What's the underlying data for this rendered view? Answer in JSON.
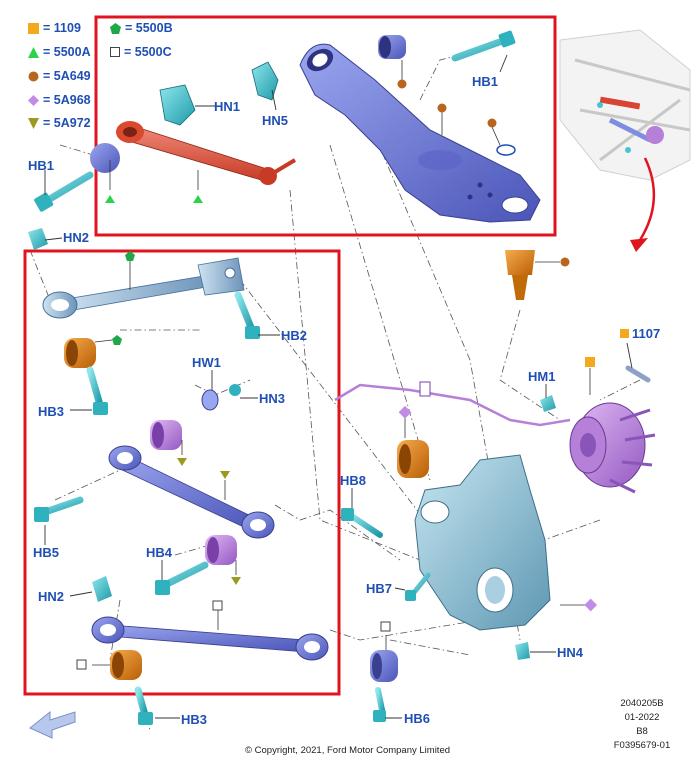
{
  "legend": [
    {
      "symbol": "square",
      "color": "#f3a91c",
      "label": "= 1109"
    },
    {
      "symbol": "triangle",
      "color": "#2bd34b",
      "label": "= 5500A"
    },
    {
      "symbol": "circle",
      "color": "#b8651d",
      "label": "= 5A649"
    },
    {
      "symbol": "diamond",
      "color": "#c08ce8",
      "label": "= 5A968"
    },
    {
      "symbol": "triangle-down",
      "color": "#9b9a1e",
      "label": "= 5A972"
    },
    {
      "symbol": "pentagon",
      "color": "#1fa84a",
      "label": "= 5500B"
    },
    {
      "symbol": "square-outline",
      "color": "#444444",
      "label": "= 5500C"
    }
  ],
  "labels": {
    "hn1": "HN1",
    "hn5": "HN5",
    "hb1_top": "HB1",
    "hb1_left": "HB1",
    "hn2_top": "HN2",
    "hb2": "HB2",
    "hb3_mid": "HB3",
    "hw1": "HW1",
    "hn3": "HN3",
    "hb5": "HB5",
    "hb4": "HB4",
    "hn2_bottom": "HN2",
    "hb3_bottom": "HB3",
    "hb8": "HB8",
    "hb7": "HB7",
    "hb6": "HB6",
    "hm1": "HM1",
    "hn4": "HN4",
    "p1107": "1107"
  },
  "footer": {
    "copyright": "© Copyright, 2021, Ford Motor Company Limited",
    "ref_lines": [
      "2040205B",
      "01-2022",
      "B8",
      "F0395679-01"
    ]
  },
  "colors": {
    "label_blue": "#1f4fb4",
    "highlight_red": "#e0141e",
    "arm_blue": "#6f7fd6",
    "bushing_orange": "#e07b10",
    "bolt_teal": "#46c4cf",
    "hub_purple": "#b67fd8",
    "knuckle_teal": "#7fb3c9"
  }
}
